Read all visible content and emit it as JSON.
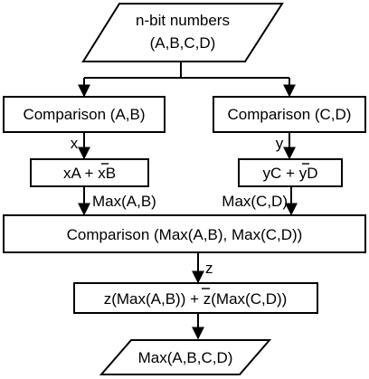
{
  "nodes": {
    "input": {
      "line1": "n-bit numbers",
      "line2": "(A,B,C,D)"
    },
    "compare_ab": {
      "label": "Comparison (A,B)"
    },
    "compare_cd": {
      "label": "Comparison (C,D)"
    },
    "select_ab": {
      "pre": "xA + ",
      "over": "x",
      "post": "B"
    },
    "select_cd": {
      "pre": "yC + ",
      "over": "y",
      "post": "D"
    },
    "compare_max": {
      "label": "Comparison (Max(A,B), Max(C,D))"
    },
    "select_final": {
      "pre": "z(Max(A,B)) + ",
      "over": "z",
      "post": "(Max(C,D))"
    },
    "output": {
      "label": "Max(A,B,C,D)"
    }
  },
  "edge_labels": {
    "x": "x",
    "y": "y",
    "max_ab": "Max(A,B)",
    "max_cd": "Max(C,D)",
    "z": "z"
  }
}
